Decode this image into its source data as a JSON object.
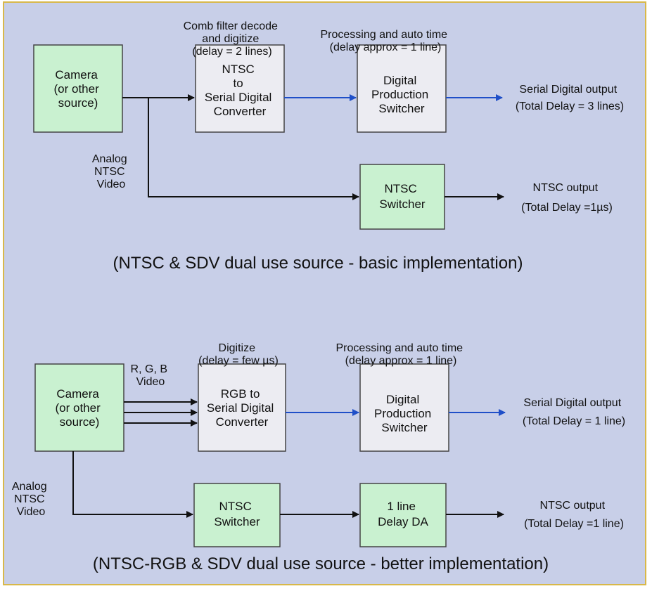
{
  "colors": {
    "background": "#c8cfe8",
    "frame": "#d8b84a",
    "source_box_fill": "#c9f1d0",
    "processor_box_fill": "#ececf2",
    "digital_link": "#1f4fc8",
    "analog_link": "#111111"
  },
  "top": {
    "camera": [
      "Camera",
      "(or other",
      "source)"
    ],
    "converter": [
      "NTSC",
      "to",
      "Serial Digital",
      "Converter"
    ],
    "switcher": [
      "Digital",
      "Production",
      "Switcher"
    ],
    "ntsc_switcher": [
      "NTSC",
      "Switcher"
    ],
    "converter_note": [
      "Comb filter decode",
      "and digitize",
      "(delay = 2 lines)"
    ],
    "switcher_note": [
      "Processing and auto time",
      "(delay approx = 1 line)"
    ],
    "digital_output": [
      "Serial Digital output",
      "(Total Delay = 3 lines)"
    ],
    "analog_label": [
      "Analog",
      "NTSC",
      "Video"
    ],
    "ntsc_output": [
      "NTSC output",
      "(Total Delay =1µs)"
    ],
    "caption": "(NTSC & SDV dual use source - basic implementation)"
  },
  "bottom": {
    "camera": [
      "Camera",
      "(or other",
      "source)"
    ],
    "rgb_label": [
      "R, G, B",
      "Video"
    ],
    "converter": [
      "RGB to",
      "Serial Digital",
      "Converter"
    ],
    "converter_note": [
      "Digitize",
      "(delay = few µs)"
    ],
    "switcher": [
      "Digital",
      "Production",
      "Switcher"
    ],
    "switcher_note": [
      "Processing and auto time",
      "(delay approx = 1 line)"
    ],
    "digital_output": [
      "Serial Digital output",
      "(Total Delay = 1 line)"
    ],
    "analog_label": [
      "Analog",
      "NTSC",
      "Video"
    ],
    "ntsc_switcher": [
      "NTSC",
      "Switcher"
    ],
    "delay_da": [
      "1 line",
      "Delay DA"
    ],
    "ntsc_output": [
      "NTSC output",
      "(Total Delay =1 line)"
    ],
    "caption": "(NTSC-RGB & SDV dual use source - better implementation)"
  }
}
